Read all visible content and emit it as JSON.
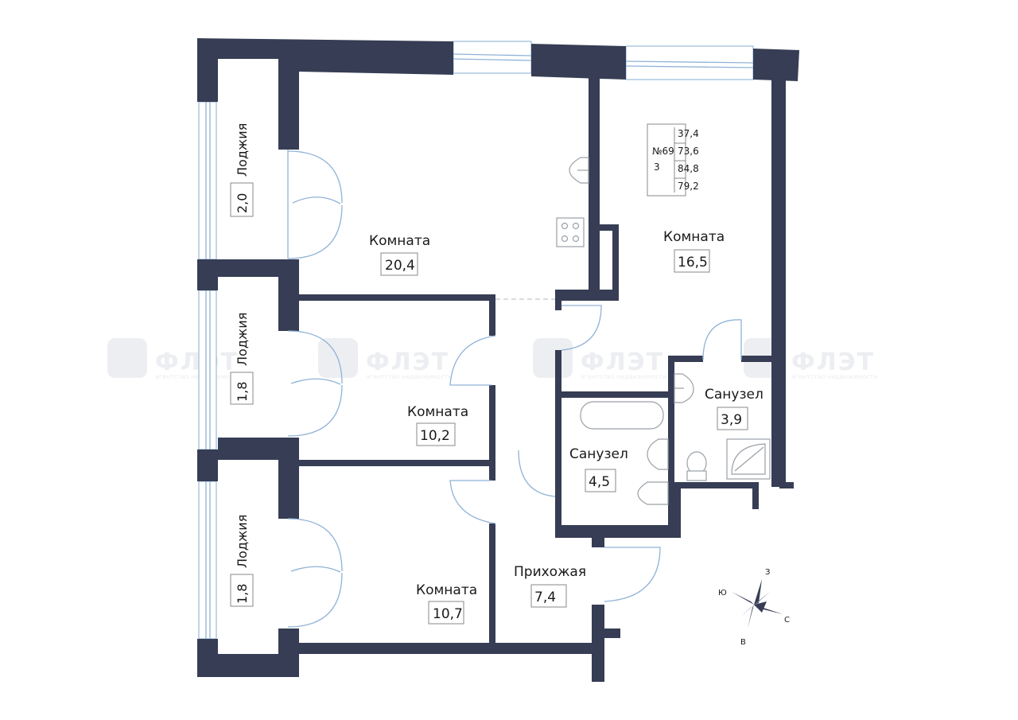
{
  "watermark": {
    "brand": "ФЛЭТ",
    "tagline": "агентство недвижимости"
  },
  "apartment": {
    "number": "№69",
    "rooms": "3",
    "areas": [
      "37,4",
      "73,6",
      "84,8",
      "79,2"
    ]
  },
  "rooms": {
    "loggia_top": {
      "name": "Лоджия",
      "area": "2,0"
    },
    "loggia_mid": {
      "name": "Лоджия",
      "area": "1,8"
    },
    "loggia_bottom": {
      "name": "Лоджия",
      "area": "1,8"
    },
    "room_large": {
      "name": "Комната",
      "area": "20,4"
    },
    "room_right": {
      "name": "Комната",
      "area": "16,5"
    },
    "room_mid": {
      "name": "Комната",
      "area": "10,2"
    },
    "room_bottom": {
      "name": "Комната",
      "area": "10,7"
    },
    "bath_left": {
      "name": "Санузел",
      "area": "4,5"
    },
    "bath_right": {
      "name": "Санузел",
      "area": "3,9"
    },
    "hallway": {
      "name": "Прихожая",
      "area": "7,4"
    }
  },
  "compass": {
    "n": "З",
    "s": "В",
    "e": "С",
    "w": "Ю"
  },
  "colors": {
    "wall": "#363d54",
    "door": "#8fb3d6",
    "fixture": "#9aa0a6"
  }
}
